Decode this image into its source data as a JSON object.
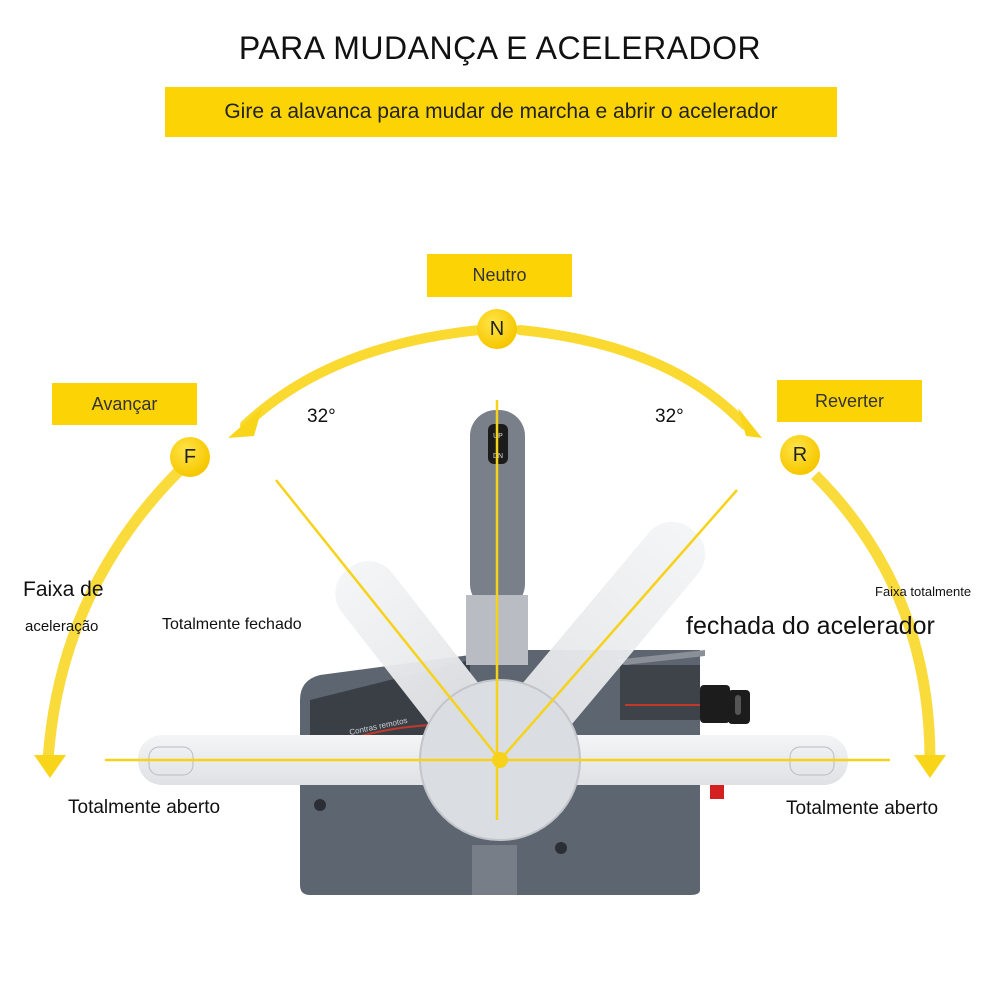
{
  "title": "PARA MUDANÇA E ACELERADOR",
  "subtitle": "Gire a alavanca para mudar de marcha e abrir o acelerador",
  "positions": {
    "neutral": {
      "label": "Neutro",
      "letter": "N"
    },
    "forward": {
      "label": "Avançar",
      "letter": "F"
    },
    "reverse": {
      "label": "Reverter",
      "letter": "R"
    }
  },
  "angles": {
    "left": "32°",
    "right": "32°"
  },
  "annotations": {
    "left_range_line1": "Faixa de",
    "left_range_line2": "aceleração",
    "left_closed": "Totalmente fechado",
    "right_range_line1": "Faixa totalmente",
    "right_range_line2": "fechada do acelerador",
    "left_open": "Totalmente aberto",
    "right_open": "Totalmente aberto"
  },
  "device": {
    "handle_up": "UP",
    "handle_down": "DN",
    "body_text": "Contras remotos"
  },
  "colors": {
    "accent_yellow": "#fcd405",
    "arrow_yellow": "#f9d51a",
    "body_gray": "#5d6670",
    "lever_white": "#e9eaec"
  }
}
